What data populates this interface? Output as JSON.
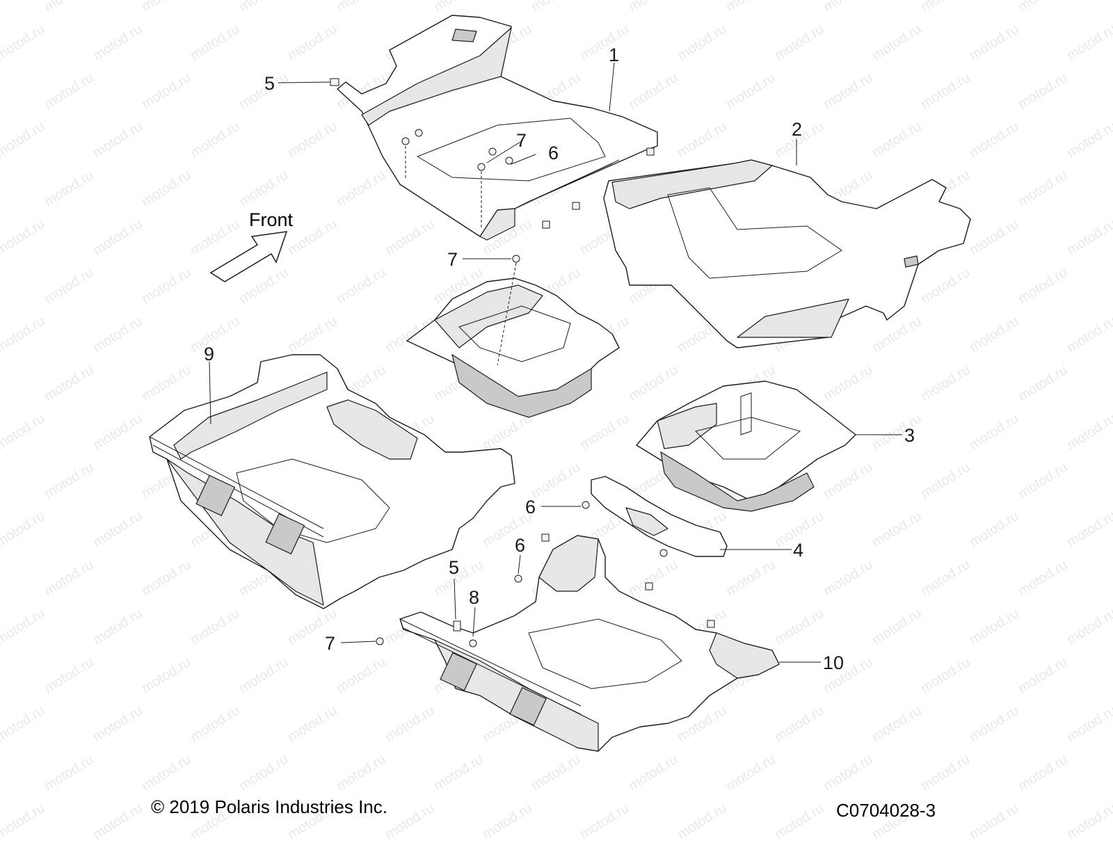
{
  "title": "",
  "front_label": "Front",
  "footer": {
    "copyright": "© 2019 Polaris Industries Inc.",
    "drawing_code": "C0704028-3"
  },
  "watermark": "motod.ru",
  "callouts": [
    {
      "id": "c1",
      "label": "1"
    },
    {
      "id": "c2",
      "label": "2"
    },
    {
      "id": "c3",
      "label": "3"
    },
    {
      "id": "c4",
      "label": "4"
    },
    {
      "id": "c5a",
      "label": "5"
    },
    {
      "id": "c5b",
      "label": "5"
    },
    {
      "id": "c6a",
      "label": "6"
    },
    {
      "id": "c6b",
      "label": "6"
    },
    {
      "id": "c6c",
      "label": "6"
    },
    {
      "id": "c7a",
      "label": "7"
    },
    {
      "id": "c7b",
      "label": "7"
    },
    {
      "id": "c7c",
      "label": "7"
    },
    {
      "id": "c8",
      "label": "8"
    },
    {
      "id": "c9",
      "label": "9"
    },
    {
      "id": "c10",
      "label": "10"
    }
  ],
  "colors": {
    "line": "#1a1a1a",
    "shade": "#e6e6e6",
    "background": "#ffffff"
  }
}
